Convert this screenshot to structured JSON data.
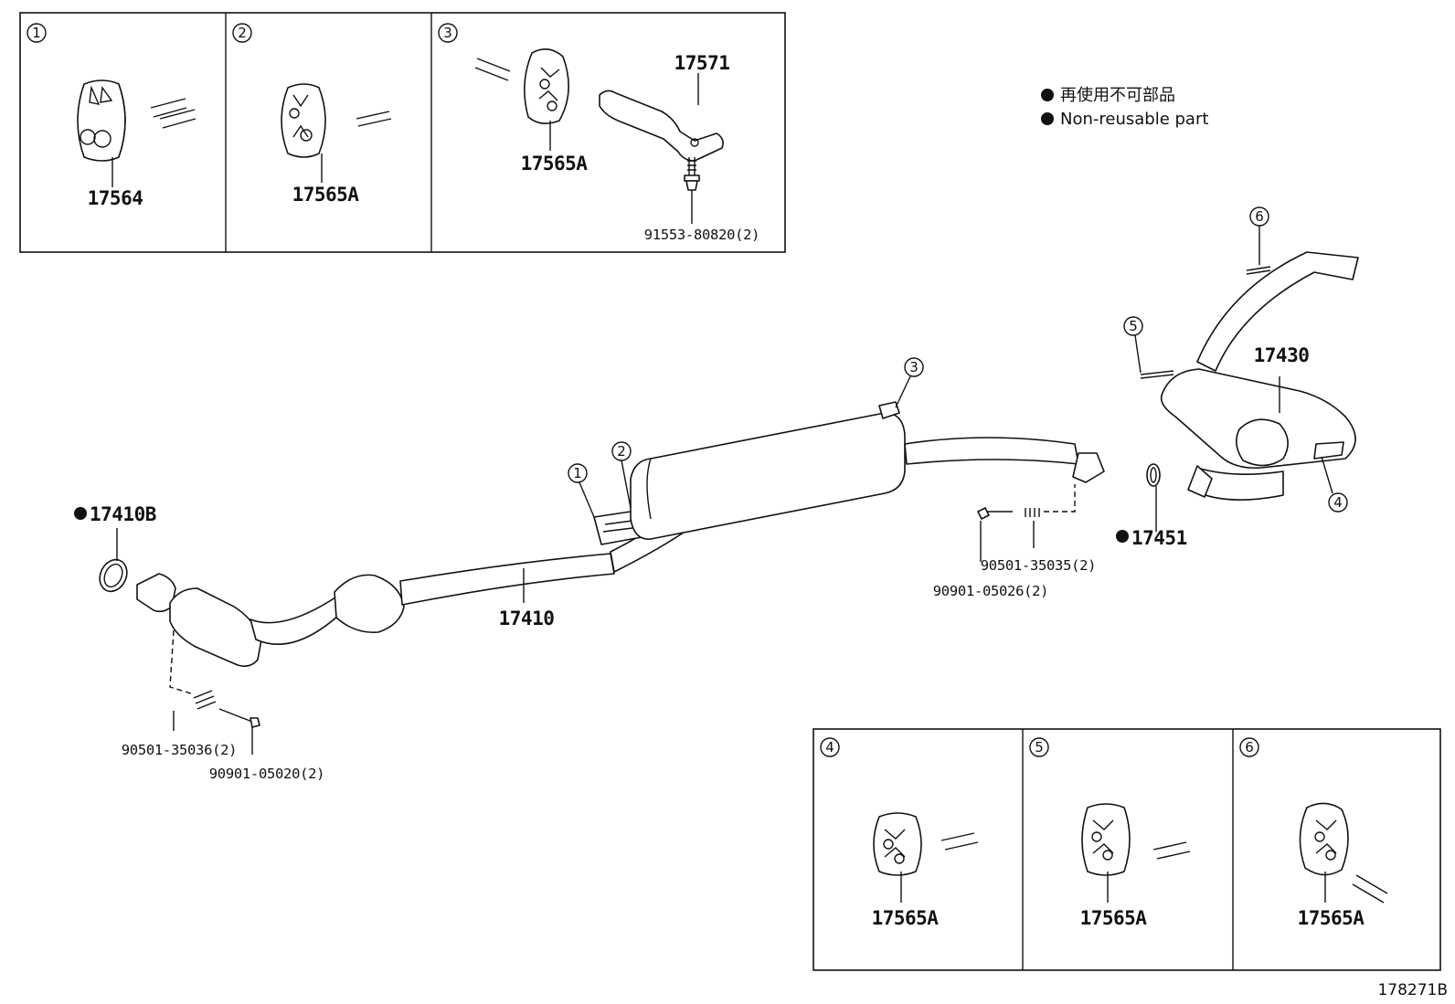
{
  "callouts": {
    "c1": "1",
    "c2": "2",
    "c3": "3",
    "c4": "4",
    "c5": "5",
    "c6": "6"
  },
  "inset_parts": {
    "p1": "17564",
    "p2": "17565A",
    "p3_hanger": "17565A",
    "p3_bracket": "17571",
    "p3_bolt": "91553-80820(2)",
    "p4": "17565A",
    "p5": "17565A",
    "p6": "17565A"
  },
  "legend": {
    "line_jp": "再使用不可部品",
    "line_en": "Non-reusable part"
  },
  "main_parts": {
    "gasket_front": "17410B",
    "front_pipe": "17410",
    "tail_pipe": "17430",
    "gasket_rear": "17451",
    "spring_front": "90501-35036(2)",
    "bolt_front": "90901-05020(2)",
    "spring_rear": "90501-35035(2)",
    "bolt_rear": "90901-05026(2)"
  },
  "diagram_code": "178271B"
}
